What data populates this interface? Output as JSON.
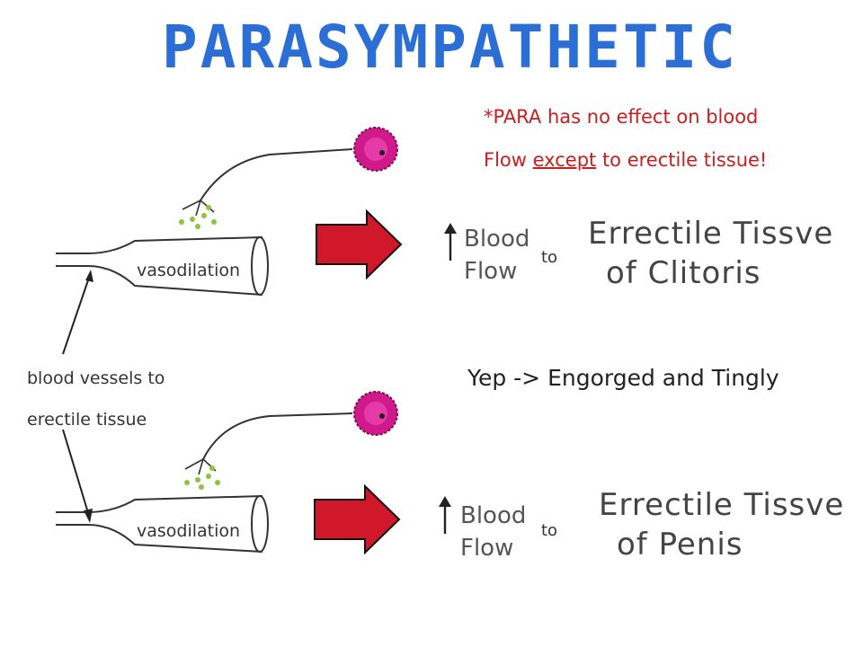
{
  "title": "PARASYMPATHETIC",
  "note": {
    "line1": "*PARA has no effect on blood",
    "line2_pre": "Flow ",
    "line2_emph": "except",
    "line2_post": " to erectile tissue!"
  },
  "top_panel": {
    "vessel_label": "vasodilation",
    "blood_line1": "Blood",
    "blood_line2": "Flow",
    "to": "to",
    "target_line1": "Errectile Tissve",
    "target_line2": "of Clitoris"
  },
  "bottom_panel": {
    "vessel_label": "vasodilation",
    "blood_line1": "Blood",
    "blood_line2": "Flow",
    "to": "to",
    "target_line1": "Errectile Tissve",
    "target_line2": "of Penis"
  },
  "side_label": "blood vessels to erectile tissue",
  "result": "Yep -> Engorged and Tingly",
  "colors": {
    "title": "#2b6fd6",
    "note": "#c81e1e",
    "arrow": "#d0182a",
    "neuron": "#d01a8c",
    "neurotransmitter": "#8cc43c"
  }
}
